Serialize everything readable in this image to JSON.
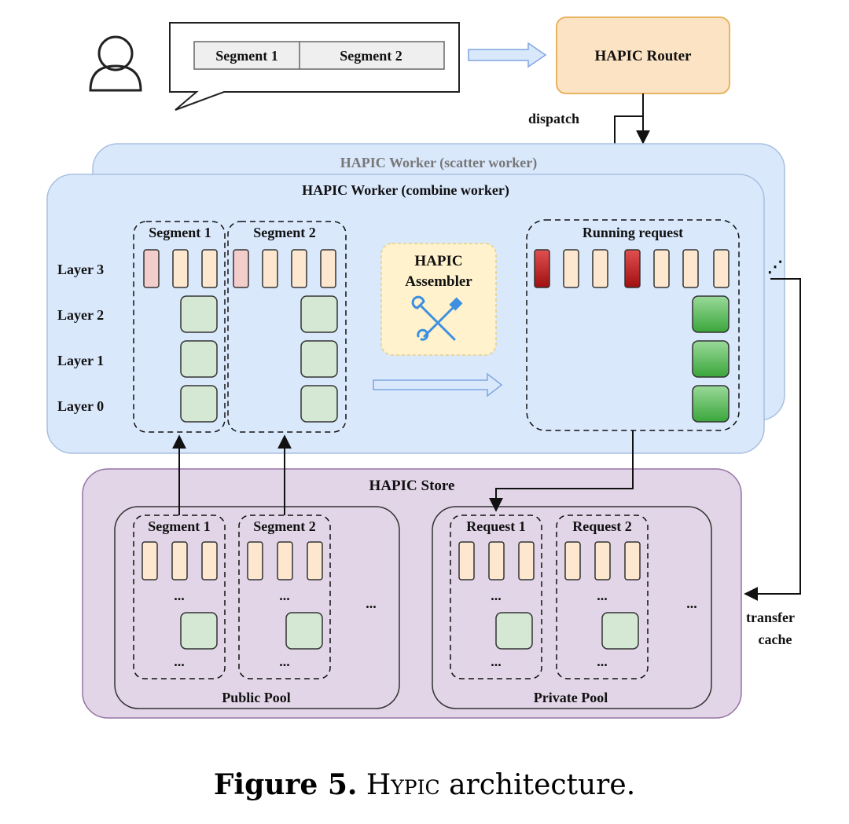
{
  "prompt": {
    "segments": [
      "Segment 1",
      "Segment 2"
    ]
  },
  "router": {
    "title": "HAPIC Router"
  },
  "dispatch_label": "dispatch",
  "scatter_worker": {
    "title": "HAPIC Worker (scatter worker)"
  },
  "combine_worker": {
    "title": "HAPIC Worker (combine worker)",
    "layers": [
      "Layer 3",
      "Layer 2",
      "Layer 1",
      "Layer 0"
    ],
    "segments": [
      "Segment 1",
      "Segment 2"
    ],
    "assembler": {
      "line1": "HAPIC",
      "line2": "Assembler"
    },
    "running_request": "Running request",
    "more": "⋰"
  },
  "store": {
    "title": "HAPIC Store",
    "public_pool": {
      "label": "Public Pool",
      "groups": [
        "Segment 1",
        "Segment 2"
      ],
      "ellipsis": "...",
      "more": "..."
    },
    "private_pool": {
      "label": "Private Pool",
      "groups": [
        "Request 1",
        "Request 2"
      ],
      "ellipsis": "...",
      "more": "..."
    }
  },
  "transfer": {
    "line1": "transfer",
    "line2": "cache"
  },
  "caption": {
    "figure": "Figure 5.",
    "name": "Hypic",
    "rest": "architecture."
  },
  "colors": {
    "worker_fill": "#dae8fc",
    "worker_stroke": "#a8bfe0",
    "router_fill": "#fce3c4",
    "router_stroke": "#e8b461",
    "store_fill": "#e1d5e7",
    "store_stroke": "#9673a6",
    "token_fill": "#fde7cf",
    "token_highlight": "#f3cccc",
    "token_red": "#c81e1e",
    "block_fill": "#d5e8d4",
    "block_green": "#4cb84c",
    "assembler_fill": "#fff2cc",
    "icon_blue": "#3d8fe0"
  }
}
